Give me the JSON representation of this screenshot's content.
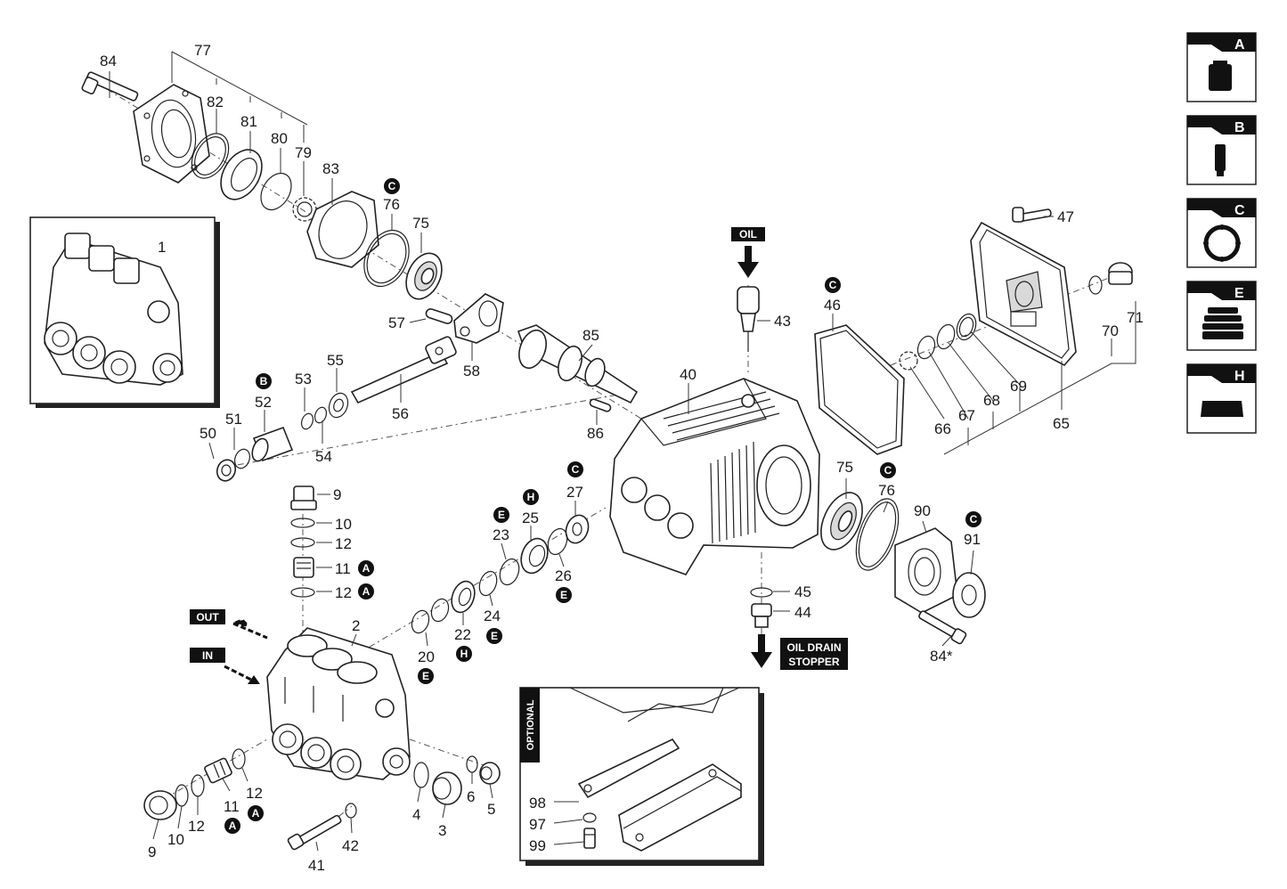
{
  "flags": {
    "out": "OUT",
    "in": "IN",
    "oil": "OIL",
    "oil_drain_1": "OIL DRAIN",
    "oil_drain_2": "STOPPER",
    "optional": "OPTIONAL"
  },
  "legend": [
    "A",
    "B",
    "C",
    "E",
    "H"
  ],
  "labels": {
    "p84": "84",
    "p77": "77",
    "p82": "82",
    "p81": "81",
    "p80": "80",
    "p79": "79",
    "p83": "83",
    "p76a": "76",
    "p75a": "75",
    "p1": "1",
    "p57": "57",
    "p58": "58",
    "p85": "85",
    "p43": "43",
    "p46": "46",
    "p47": "47",
    "p71": "71",
    "p70": "70",
    "p69": "69",
    "p68": "68",
    "p67": "67",
    "p66": "66",
    "p65": "65",
    "p40": "40",
    "p86": "86",
    "p56": "56",
    "p55": "55",
    "p54": "54",
    "p53": "53",
    "p52": "52",
    "p51": "51",
    "p50": "50",
    "p9a": "9",
    "p10a": "10",
    "p12a": "12",
    "p11a": "11",
    "p12b": "12",
    "p27": "27",
    "p25": "25",
    "p23": "23",
    "p26": "26",
    "p24": "24",
    "p22": "22",
    "p20": "20",
    "p2": "2",
    "p75b": "75",
    "p76b": "76",
    "p90": "90",
    "p91": "91",
    "p45": "45",
    "p44": "44",
    "p84s": "84*",
    "p12c": "12",
    "p11b": "11",
    "p9b": "9",
    "p10b": "10",
    "p12d": "12",
    "p4": "4",
    "p3": "3",
    "p6": "6",
    "p5": "5",
    "p41": "41",
    "p42": "42",
    "p98": "98",
    "p97": "97",
    "p99": "99"
  },
  "badges": {
    "b76a": "C",
    "b52": "B",
    "b46": "C",
    "b27": "C",
    "b25": "H",
    "b23": "E",
    "b11a": "A",
    "b12b": "A",
    "b26": "E",
    "b24": "E",
    "b22": "H",
    "b20": "E",
    "b76b": "C",
    "b91": "C",
    "b11b": "A",
    "b12c": "A"
  }
}
